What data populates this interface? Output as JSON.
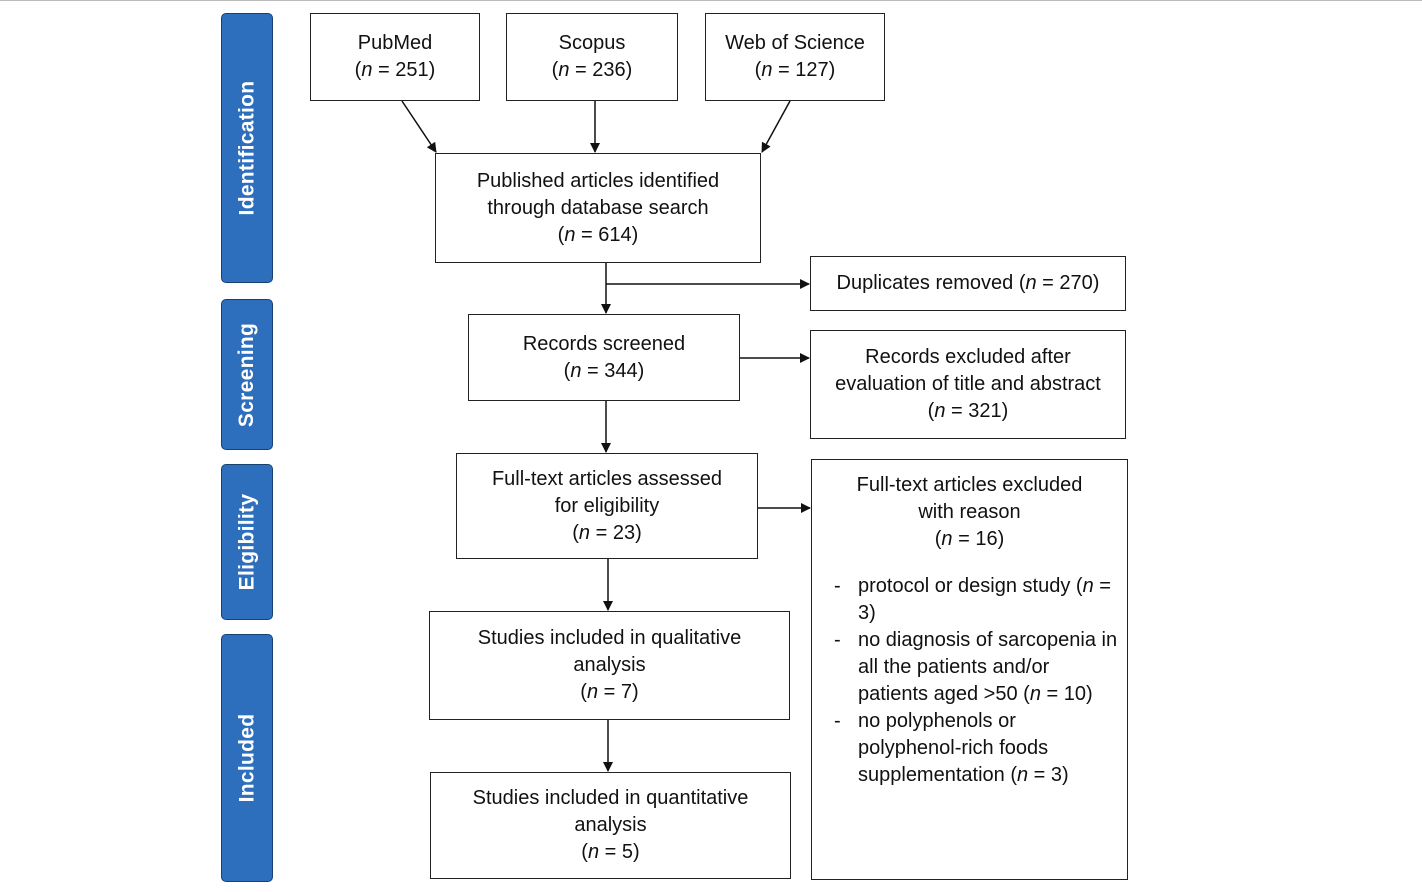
{
  "phases": {
    "identification": "Identification",
    "screening": "Screening",
    "eligibility": "Eligibility",
    "included": "Included"
  },
  "sources": {
    "pubmed": {
      "label": "PubMed",
      "n": "251"
    },
    "scopus": {
      "label": "Scopus",
      "n": "236"
    },
    "wos": {
      "label": "Web of Science",
      "n": "127"
    }
  },
  "identified": {
    "line1": "Published articles identified",
    "line2": "through database search",
    "n": "614"
  },
  "duplicates": {
    "label": "Duplicates removed",
    "n": "270"
  },
  "screened": {
    "label": "Records screened",
    "n": "344"
  },
  "excluded_screen": {
    "line1": "Records excluded after",
    "line2": "evaluation of title and abstract",
    "n": "321"
  },
  "fulltext": {
    "line1": "Full-text articles assessed",
    "line2": "for eligibility",
    "n": "23"
  },
  "excluded_full": {
    "line1": "Full-text articles excluded",
    "line2": "with reason",
    "n": "16",
    "reasons": [
      {
        "text": "protocol or design study",
        "n": "3"
      },
      {
        "text": "no diagnosis of sarcopenia in all the patients and/or patients aged >50",
        "n": "10"
      },
      {
        "text": "no polyphenols or polyphenol-rich foods supplementation",
        "n": "3"
      }
    ]
  },
  "qualitative": {
    "line1": "Studies included in qualitative",
    "line2": "analysis",
    "n": "7"
  },
  "quantitative": {
    "line1": "Studies included in quantitative",
    "line2": "analysis",
    "n": "5"
  },
  "labels": {
    "n_symbol": "n",
    "equals": " = "
  }
}
